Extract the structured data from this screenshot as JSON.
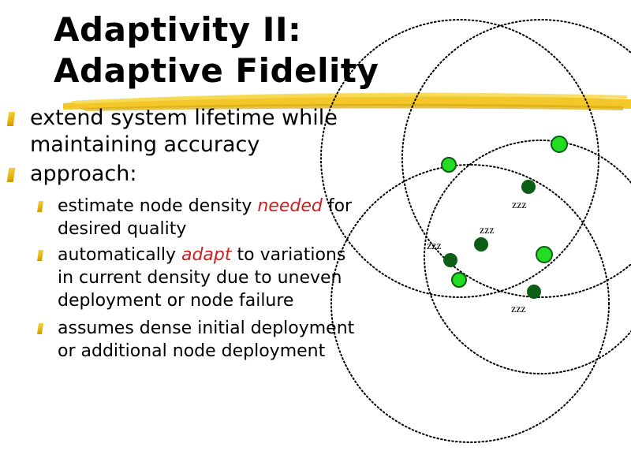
{
  "title": {
    "line1": "Adaptivity II:",
    "line2": "Adaptive Fidelity"
  },
  "bullets": {
    "b1_line1": "extend system lifetime while",
    "b1_line2": "maintaining accuracy",
    "b2": "approach:",
    "s1_pre": "estimate node density ",
    "s1_em": "needed",
    "s1_post": " for",
    "s1_line2": "desired quality",
    "s2_pre": "automatically ",
    "s2_em": "adapt",
    "s2_post": " to variations",
    "s2_line2": "in current density due to uneven",
    "s2_line3": "deployment or node failure",
    "s3_line1": "assumes dense initial deployment",
    "s3_line2": "or additional node deployment"
  },
  "diagram": {
    "sleep_label_1": "zzz",
    "sleep_label_2": "zzz",
    "sleep_label_3": "zzz",
    "sleep_label_4": "zzz",
    "colors": {
      "active_node": "#22dd22",
      "sleeping_node": "#0b5e14",
      "accent_highlight": "#f0c419",
      "bullet_mark": "#e5b30c",
      "emphasis_text": "#cc1e1e"
    }
  }
}
